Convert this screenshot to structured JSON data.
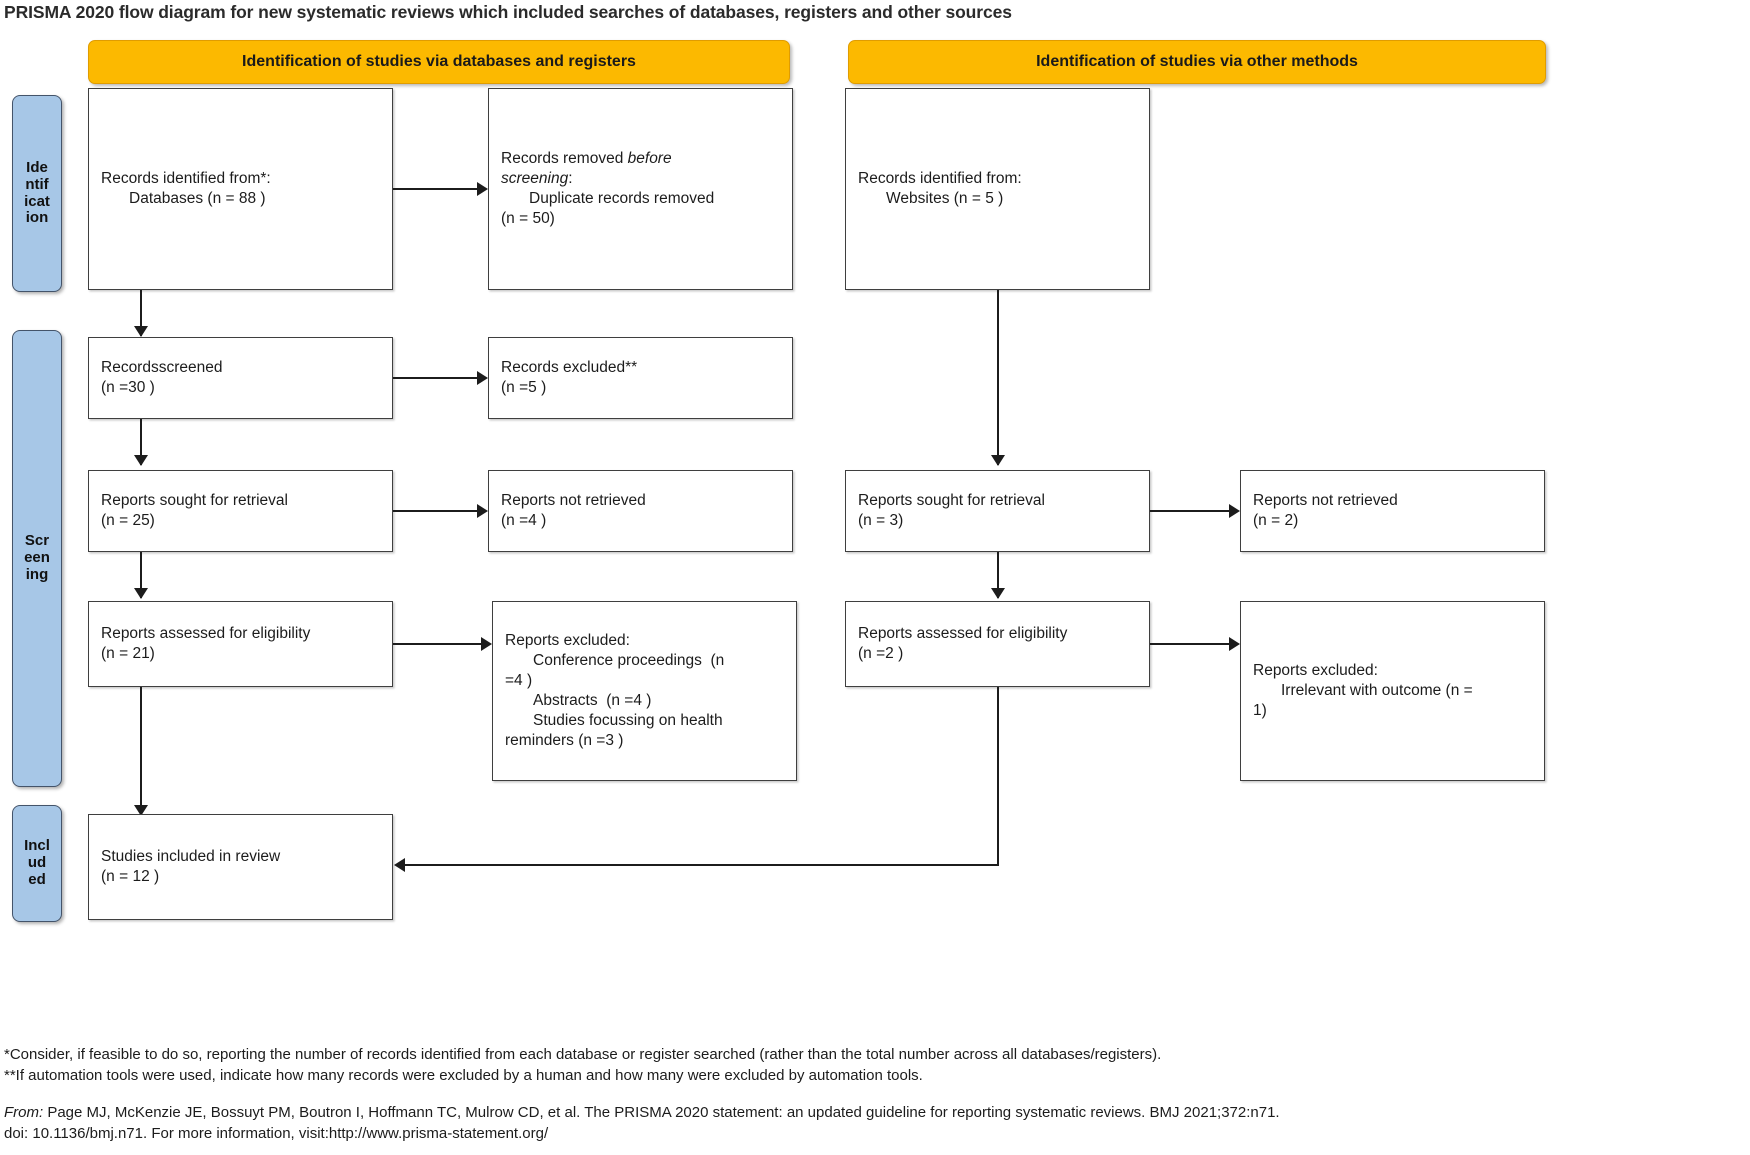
{
  "title": "PRISMA 2020 flow diagram for new systematic reviews which included searches of databases, registers and other sources",
  "colors": {
    "banner_fill": "#fcb900",
    "stage_fill": "#a7c7e7",
    "stage_border": "#44546a",
    "box_border": "#3f3f3f",
    "text": "#1c1c1c"
  },
  "banners": {
    "databases": "Identification of studies via databases and registers",
    "other": "Identification of studies via other methods"
  },
  "stages": {
    "identification": "Identification",
    "screening": "Screening",
    "included": "Included"
  },
  "boxes": {
    "records_identified": {
      "line1": "Records identified from*:",
      "line2": "Databases (n = 88 )"
    },
    "records_removed": {
      "line1_a": "Records removed ",
      "line1_em": "before",
      "line2_em": "screening",
      "line2_b": ":",
      "line3": "Duplicate records removed",
      "line4": "(n = 50)"
    },
    "records_screened": {
      "line1": "Recordsscreened",
      "line2": "(n =30 )"
    },
    "records_excluded": {
      "line1": "Records excluded**",
      "line2": "(n =5 )"
    },
    "reports_sought_left": {
      "line1": "Reports sought for retrieval",
      "line2": "(n = 25)"
    },
    "reports_not_retrieved_left": {
      "line1": "Reports not retrieved",
      "line2": "(n =4 )"
    },
    "reports_assessed_left": {
      "line1": "Reports assessed for eligibility",
      "line2": "(n = 21)"
    },
    "reports_excluded_left": {
      "line1": "Reports excluded:",
      "line2": "Conference proceedings  (n",
      "line3": "=4 )",
      "line4": "Abstracts  (n =4 )",
      "line5": "Studies focussing on health",
      "line6": "reminders (n =3 )"
    },
    "studies_included": {
      "line1": "Studies included in review",
      "line2": "(n = 12 )"
    },
    "records_identified_other": {
      "line1": "Records identified from:",
      "line2": "Websites (n = 5 )"
    },
    "reports_sought_right": {
      "line1": "Reports sought for retrieval",
      "line2": "(n = 3)"
    },
    "reports_not_retrieved_right": {
      "line1": "Reports not retrieved",
      "line2": "(n = 2)"
    },
    "reports_assessed_right": {
      "line1": "Reports assessed for eligibility",
      "line2": "(n =2 )"
    },
    "reports_excluded_right": {
      "line1": "Reports excluded:",
      "line2": "Irrelevant with outcome (n =",
      "line3": "1)"
    }
  },
  "footnotes": {
    "note1": "*Consider, if feasible to do so, reporting the number of records identified from each database or register searched (rather than the total number across all databases/registers).",
    "note2": "**If automation tools were used, indicate how many records were excluded by a human and how many were excluded by automation tools.",
    "source_prefix": "From:",
    "source_body": "  Page MJ, McKenzie JE, Bossuyt PM, Boutron I, Hoffmann TC, Mulrow CD, et al. The PRISMA 2020 statement: an updated guideline for reporting systematic reviews. BMJ 2021;372:n71.",
    "source_line2": "doi: 10.1136/bmj.n71. For more information, visit:http://www.prisma-statement.org/"
  }
}
